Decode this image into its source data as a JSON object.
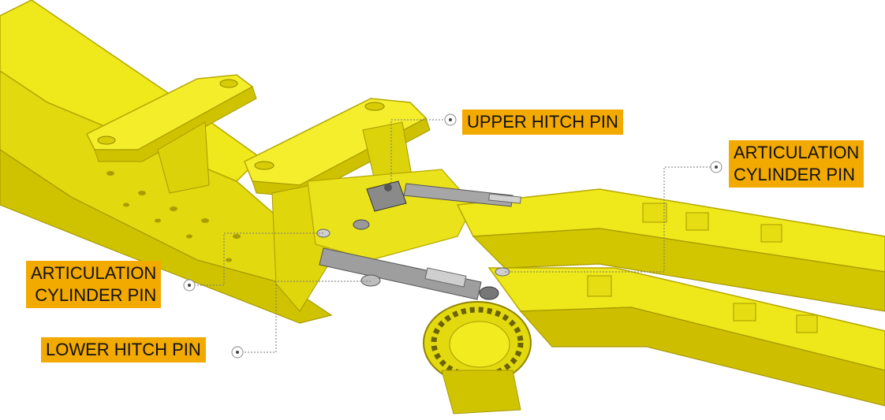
{
  "callouts": {
    "upper_hitch_pin": "UPPER HITCH PIN",
    "articulation_cylinder_pin_right": [
      "ARTICULATION",
      "CYLINDER PIN"
    ],
    "articulation_cylinder_pin_left": [
      "ARTICULATION",
      "CYLINDER PIN"
    ],
    "lower_hitch_pin": "LOWER HITCH PIN"
  },
  "colors": {
    "frame_yellow": "#f0ea1a",
    "frame_shadow": "#c8b800",
    "label_background": "#f2a900",
    "cylinder_gray": "#9a9a9a",
    "leader_line": "#777777"
  }
}
